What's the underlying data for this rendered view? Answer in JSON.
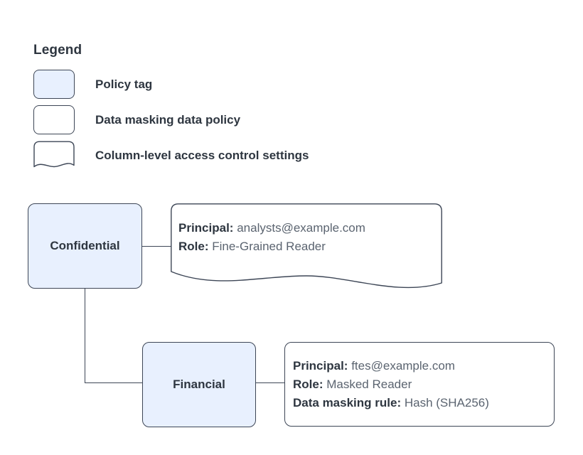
{
  "legend": {
    "title": "Legend",
    "items": [
      {
        "shape": "rounded-rect-filled",
        "label": "Policy tag"
      },
      {
        "shape": "rounded-rect",
        "label": "Data masking data policy"
      },
      {
        "shape": "document-wavy",
        "label": "Column-level access control settings"
      }
    ]
  },
  "diagram": {
    "nodes": [
      {
        "id": "confidential",
        "label": "Confidential"
      },
      {
        "id": "financial",
        "label": "Financial"
      }
    ],
    "callouts": [
      {
        "id": "confidential-settings",
        "shape": "document-wavy",
        "lines": [
          {
            "key": "Principal:",
            "value": "analysts@example.com"
          },
          {
            "key": "Role:",
            "value": "Fine-Grained Reader"
          }
        ]
      },
      {
        "id": "financial-policy",
        "shape": "rounded-rect",
        "lines": [
          {
            "key": "Principal:",
            "value": "ftes@example.com"
          },
          {
            "key": "Role:",
            "value": "Masked Reader"
          },
          {
            "key": "Data masking rule:",
            "value": "Hash (SHA256)"
          }
        ]
      }
    ]
  },
  "colors": {
    "policy_tag_fill": "#e8f0fe",
    "stroke": "#3d4656",
    "label_text": "#2e3640",
    "value_text": "#5b6470",
    "background": "#ffffff"
  }
}
